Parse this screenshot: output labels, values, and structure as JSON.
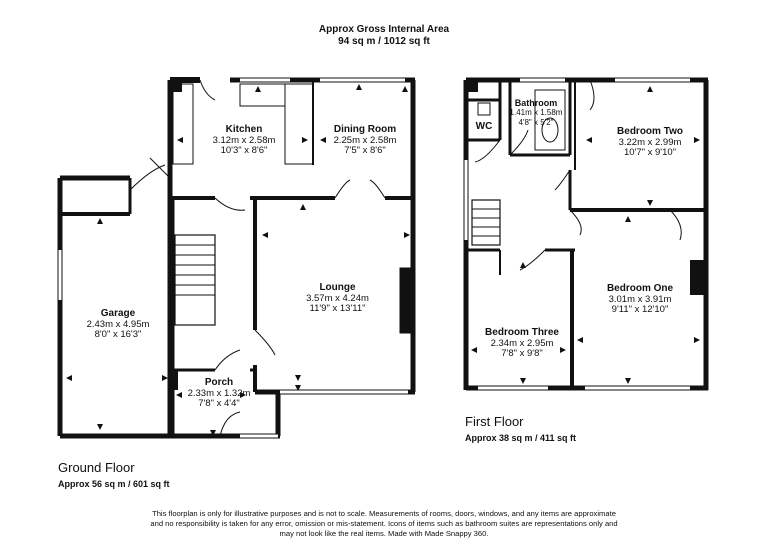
{
  "header": {
    "line1": "Approx Gross Internal Area",
    "line2": "94 sq m / 1012 sq ft"
  },
  "ground_floor": {
    "title": "Ground Floor",
    "area": "Approx 56 sq m / 601 sq ft",
    "rooms": {
      "kitchen": {
        "name": "Kitchen",
        "metric": "3.12m x 2.58m",
        "imperial": "10'3\" x 8'6\""
      },
      "dining": {
        "name": "Dining Room",
        "metric": "2.25m x 2.58m",
        "imperial": "7'5\" x 8'6\""
      },
      "garage": {
        "name": "Garage",
        "metric": "2.43m x 4.95m",
        "imperial": "8'0\" x 16'3\""
      },
      "lounge": {
        "name": "Lounge",
        "metric": "3.57m x 4.24m",
        "imperial": "11'9\" x 13'11\""
      },
      "porch": {
        "name": "Porch",
        "metric": "2.33m x 1.32m",
        "imperial": "7'8\" x 4'4\""
      }
    }
  },
  "first_floor": {
    "title": "First Floor",
    "area": "Approx 38 sq m / 411 sq ft",
    "rooms": {
      "bathroom": {
        "name": "Bathroom",
        "metric": "1.41m x 1.58m",
        "imperial": "4'8\" x 5'2\""
      },
      "wc": {
        "name": "WC"
      },
      "bedroom_two": {
        "name": "Bedroom Two",
        "metric": "3.22m x 2.99m",
        "imperial": "10'7\" x 9'10\""
      },
      "bedroom_one": {
        "name": "Bedroom One",
        "metric": "3.01m x 3.91m",
        "imperial": "9'11\" x 12'10\""
      },
      "bedroom_three": {
        "name": "Bedroom Three",
        "metric": "2.34m x 2.95m",
        "imperial": "7'8\" x 9'8\""
      }
    }
  },
  "disclaimer": {
    "line1": "This floorplan is only for illustrative purposes and is not to scale. Measurements of rooms, doors, windows, and any items are approximate",
    "line2": "and no responsibility is taken for any error, omission or mis-statement. Icons of items such as bathroom suites are representations only and",
    "line3": "may not look like the real items. Made with Made Snappy 360."
  }
}
